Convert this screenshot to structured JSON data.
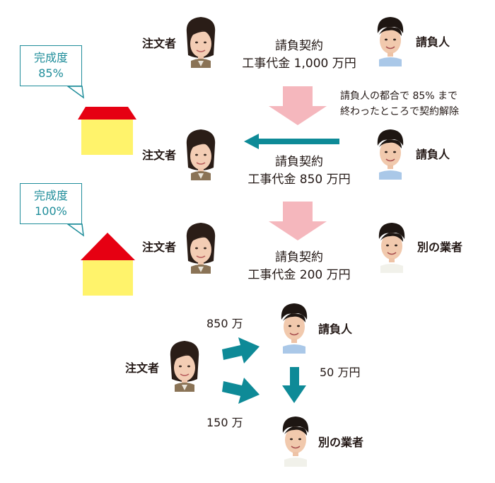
{
  "roles": {
    "client": "注文者",
    "contractor": "請負人",
    "other_contractor": "別の業者"
  },
  "step1": {
    "contract_title": "請負契約",
    "contract_amount": "工事代金 1,000 万円"
  },
  "transition_note": {
    "line1": "請負人の都合で 85% まで",
    "line2": "終わったところで契約解除"
  },
  "step2": {
    "completion_label": "完成度",
    "completion_value": "85%",
    "contract_title": "請負契約",
    "contract_amount": "工事代金 850 万円"
  },
  "step3": {
    "completion_label": "完成度",
    "completion_value": "100%",
    "contract_title": "請負契約",
    "contract_amount": "工事代金 200 万円"
  },
  "payments": {
    "to_contractor": "850 万",
    "to_other": "150 万",
    "contractor_to_other": "50 万円"
  },
  "colors": {
    "teal": "#0e8a97",
    "pink": "#f5b7bd",
    "roof": "#e60012",
    "wall": "#fff36b",
    "bubble": "#1f8d9a"
  }
}
